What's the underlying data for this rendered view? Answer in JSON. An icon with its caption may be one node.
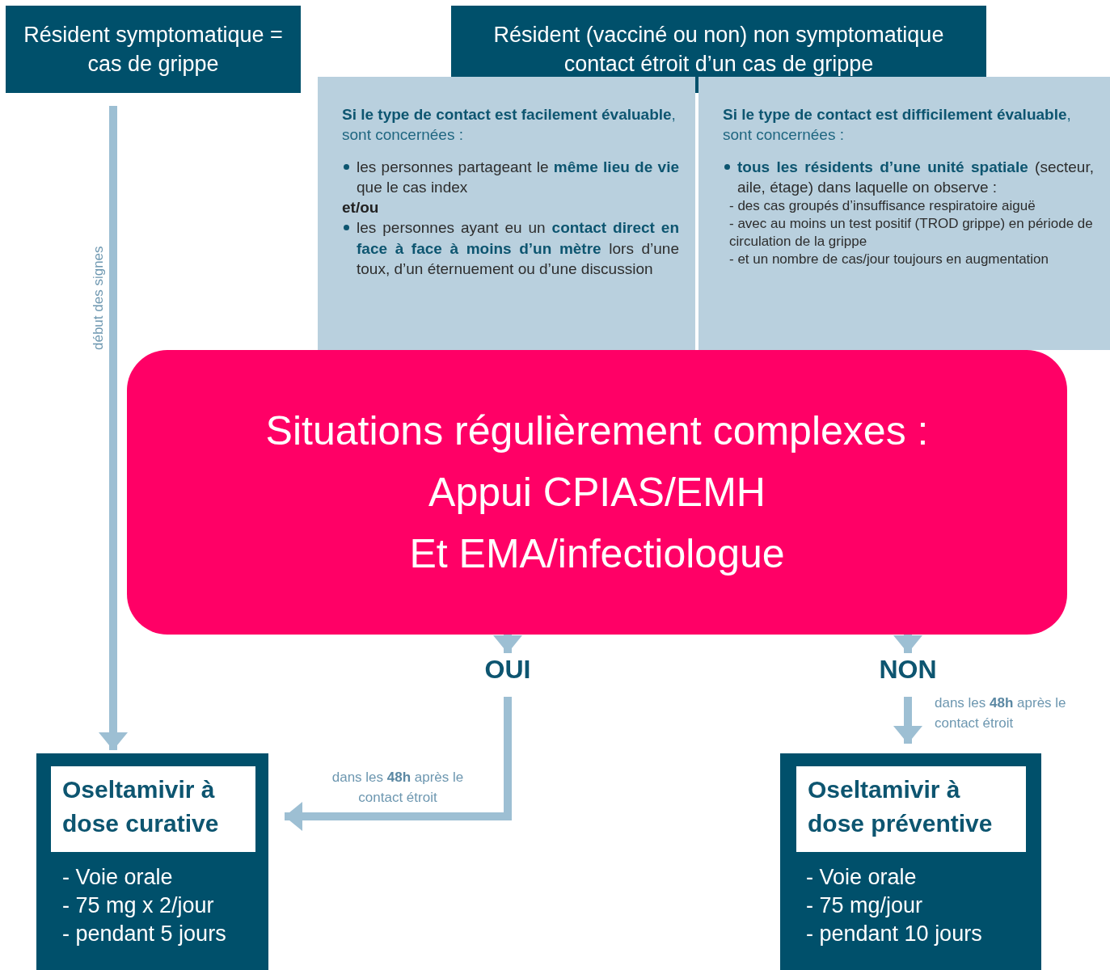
{
  "diagram": {
    "nodes": [
      {
        "text": [
          "Résident symptomatique = cas de grippe"
        ]
      },
      {
        "text": [
          "Résident (vacciné ou non) non symptomatique contact étroit d’un cas de grippe"
        ]
      },
      {
        "text": [
          "**Si le type de contact est facilement évaluable**, sont concernées :",
          "les personnes partageant le **même lieu de vie** que le cas index",
          "et/ou",
          "les personnes ayant eu un **contact direct en face à face à moins d’un mètre** lors d’une toux, d’un éternuement ou d’une discussion"
        ]
      },
      {
        "text": [
          "**Si le type de contact est difficilement évaluable**, sont concernées :",
          "**tous les résidents d’une unité spatiale** (secteur, aile, étage) dans laquelle on observe :",
          "- des cas groupés d’insuffisance respiratoire aiguë",
          "- avec au moins un test positif (TROD grippe) en période de circulation de la grippe",
          "- et un nombre de cas/jour toujours en augmentation"
        ]
      },
      {
        "text": [
          "Situations régulièrement complexes :",
          "Appui CPIAS/EMH",
          "Et EMA/infectiologue"
        ]
      },
      {
        "text": [
          "OUI"
        ]
      },
      {
        "text": [
          "NON"
        ]
      },
      {
        "text": [
          "- Voie orale",
          "- 75 mg x 2/jour",
          "- pendant 5 jours"
        ]
      },
      {
        "text": [
          "Oseltamivir à dose curative"
        ],
        "in": 7
      },
      {
        "text": [
          "- Voie orale",
          "- 75 mg/jour",
          "- pendant 10 jours"
        ]
      },
      {
        "text": [
          "Oseltamivir à dose préventive"
        ],
        "in": 9
      }
    ],
    "edges": [
      {
        "from": 0,
        "to": 7,
        "arrow": "to",
        "label": "début des signes"
      },
      {
        "from": 4,
        "to": 5,
        "arrow": "to"
      },
      {
        "from": 4,
        "to": 6,
        "arrow": "to"
      },
      {
        "from": 5,
        "to": 7,
        "arrow": "to",
        "label": "dans les **48h** après le contact étroit"
      },
      {
        "from": 6,
        "to": 9,
        "arrow": "to",
        "label": "dans les **48h** après le contact étroit"
      }
    ]
  }
}
